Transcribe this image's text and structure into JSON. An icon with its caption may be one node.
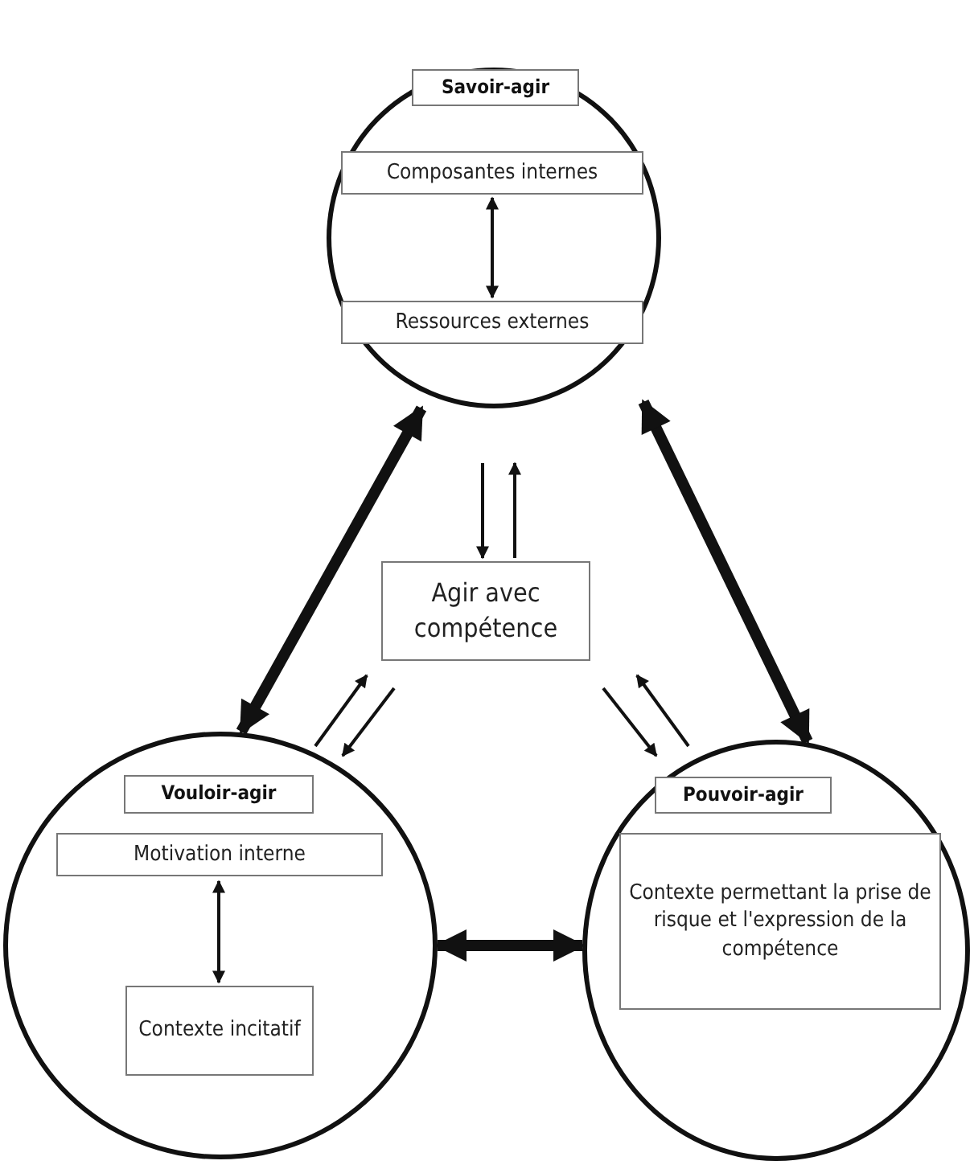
{
  "diagram": {
    "nodes": [
      {
        "text": [
          "Savoir-agir"
        ]
      },
      {
        "text": [
          "Composantes internes"
        ],
        "in": 0
      },
      {
        "text": [
          "Ressources externes"
        ],
        "in": 0
      },
      {
        "text": [
          "Agir avec compétence"
        ]
      },
      {
        "text": [
          "Vouloir-agir"
        ]
      },
      {
        "text": [
          "Motivation interne"
        ],
        "in": 4
      },
      {
        "text": [
          "Contexte incitatif"
        ],
        "in": 4
      },
      {
        "text": [
          "Pouvoir-agir"
        ]
      },
      {
        "text": [
          "Contexte permettant la prise de risque et l'expression de la compétence"
        ],
        "in": 7
      }
    ],
    "edges": [
      {
        "from": 1,
        "to": 2,
        "arrow": "both"
      },
      {
        "from": 0,
        "to": 3,
        "arrow": "to"
      },
      {
        "from": 3,
        "to": 0,
        "arrow": "to"
      },
      {
        "from": 0,
        "to": 4,
        "arrow": "both",
        "style": "thick"
      },
      {
        "from": 0,
        "to": 7,
        "arrow": "both",
        "style": "thick"
      },
      {
        "from": 4,
        "to": 3,
        "arrow": "to"
      },
      {
        "from": 3,
        "to": 4,
        "arrow": "to"
      },
      {
        "from": 3,
        "to": 7,
        "arrow": "to"
      },
      {
        "from": 7,
        "to": 3,
        "arrow": "to"
      },
      {
        "from": 5,
        "to": 6,
        "arrow": "both"
      },
      {
        "from": 4,
        "to": 7,
        "arrow": "both",
        "style": "thick"
      }
    ]
  }
}
